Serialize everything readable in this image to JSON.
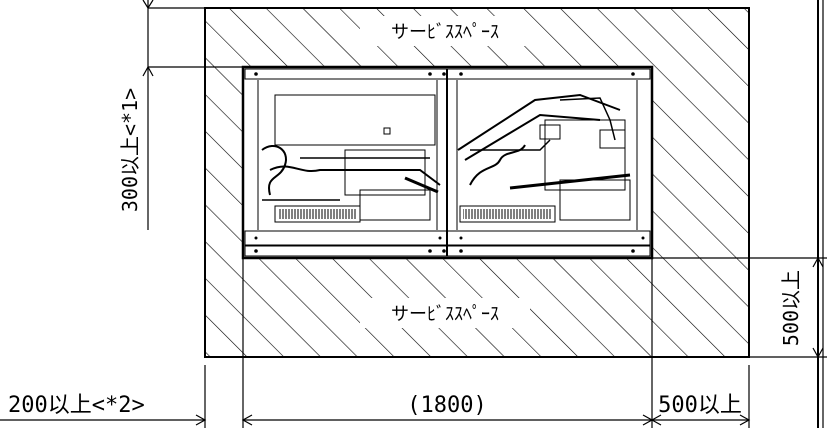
{
  "service_space_top": "サーﾋﾞｽｽﾍﾟｰｽ",
  "service_space_bottom": "サーﾋﾞｽｽﾍﾟｰｽ",
  "dim_left_vertical": "300以上<*1>",
  "dim_right_vertical": "500以上",
  "dim_bottom_left": "200以上<*2>",
  "dim_bottom_center": "(1800)",
  "dim_bottom_right": "500以上"
}
